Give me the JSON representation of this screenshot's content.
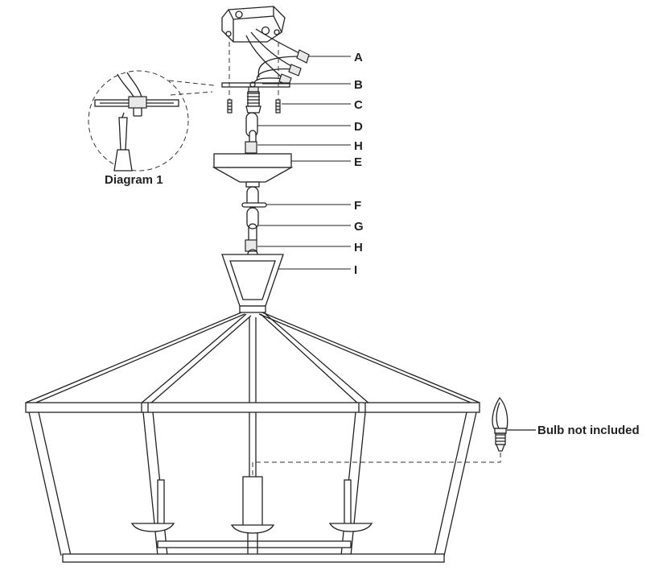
{
  "diagram": {
    "callouts": [
      {
        "letter": "A"
      },
      {
        "letter": "B"
      },
      {
        "letter": "C"
      },
      {
        "letter": "D"
      },
      {
        "letter": "H"
      },
      {
        "letter": "E"
      },
      {
        "letter": "F"
      },
      {
        "letter": "G"
      },
      {
        "letter": "H"
      },
      {
        "letter": "I"
      }
    ],
    "inset_caption": "Diagram 1",
    "bulb_note": "Bulb not included"
  },
  "colors": {
    "line": "#222222",
    "background": "#ffffff"
  }
}
